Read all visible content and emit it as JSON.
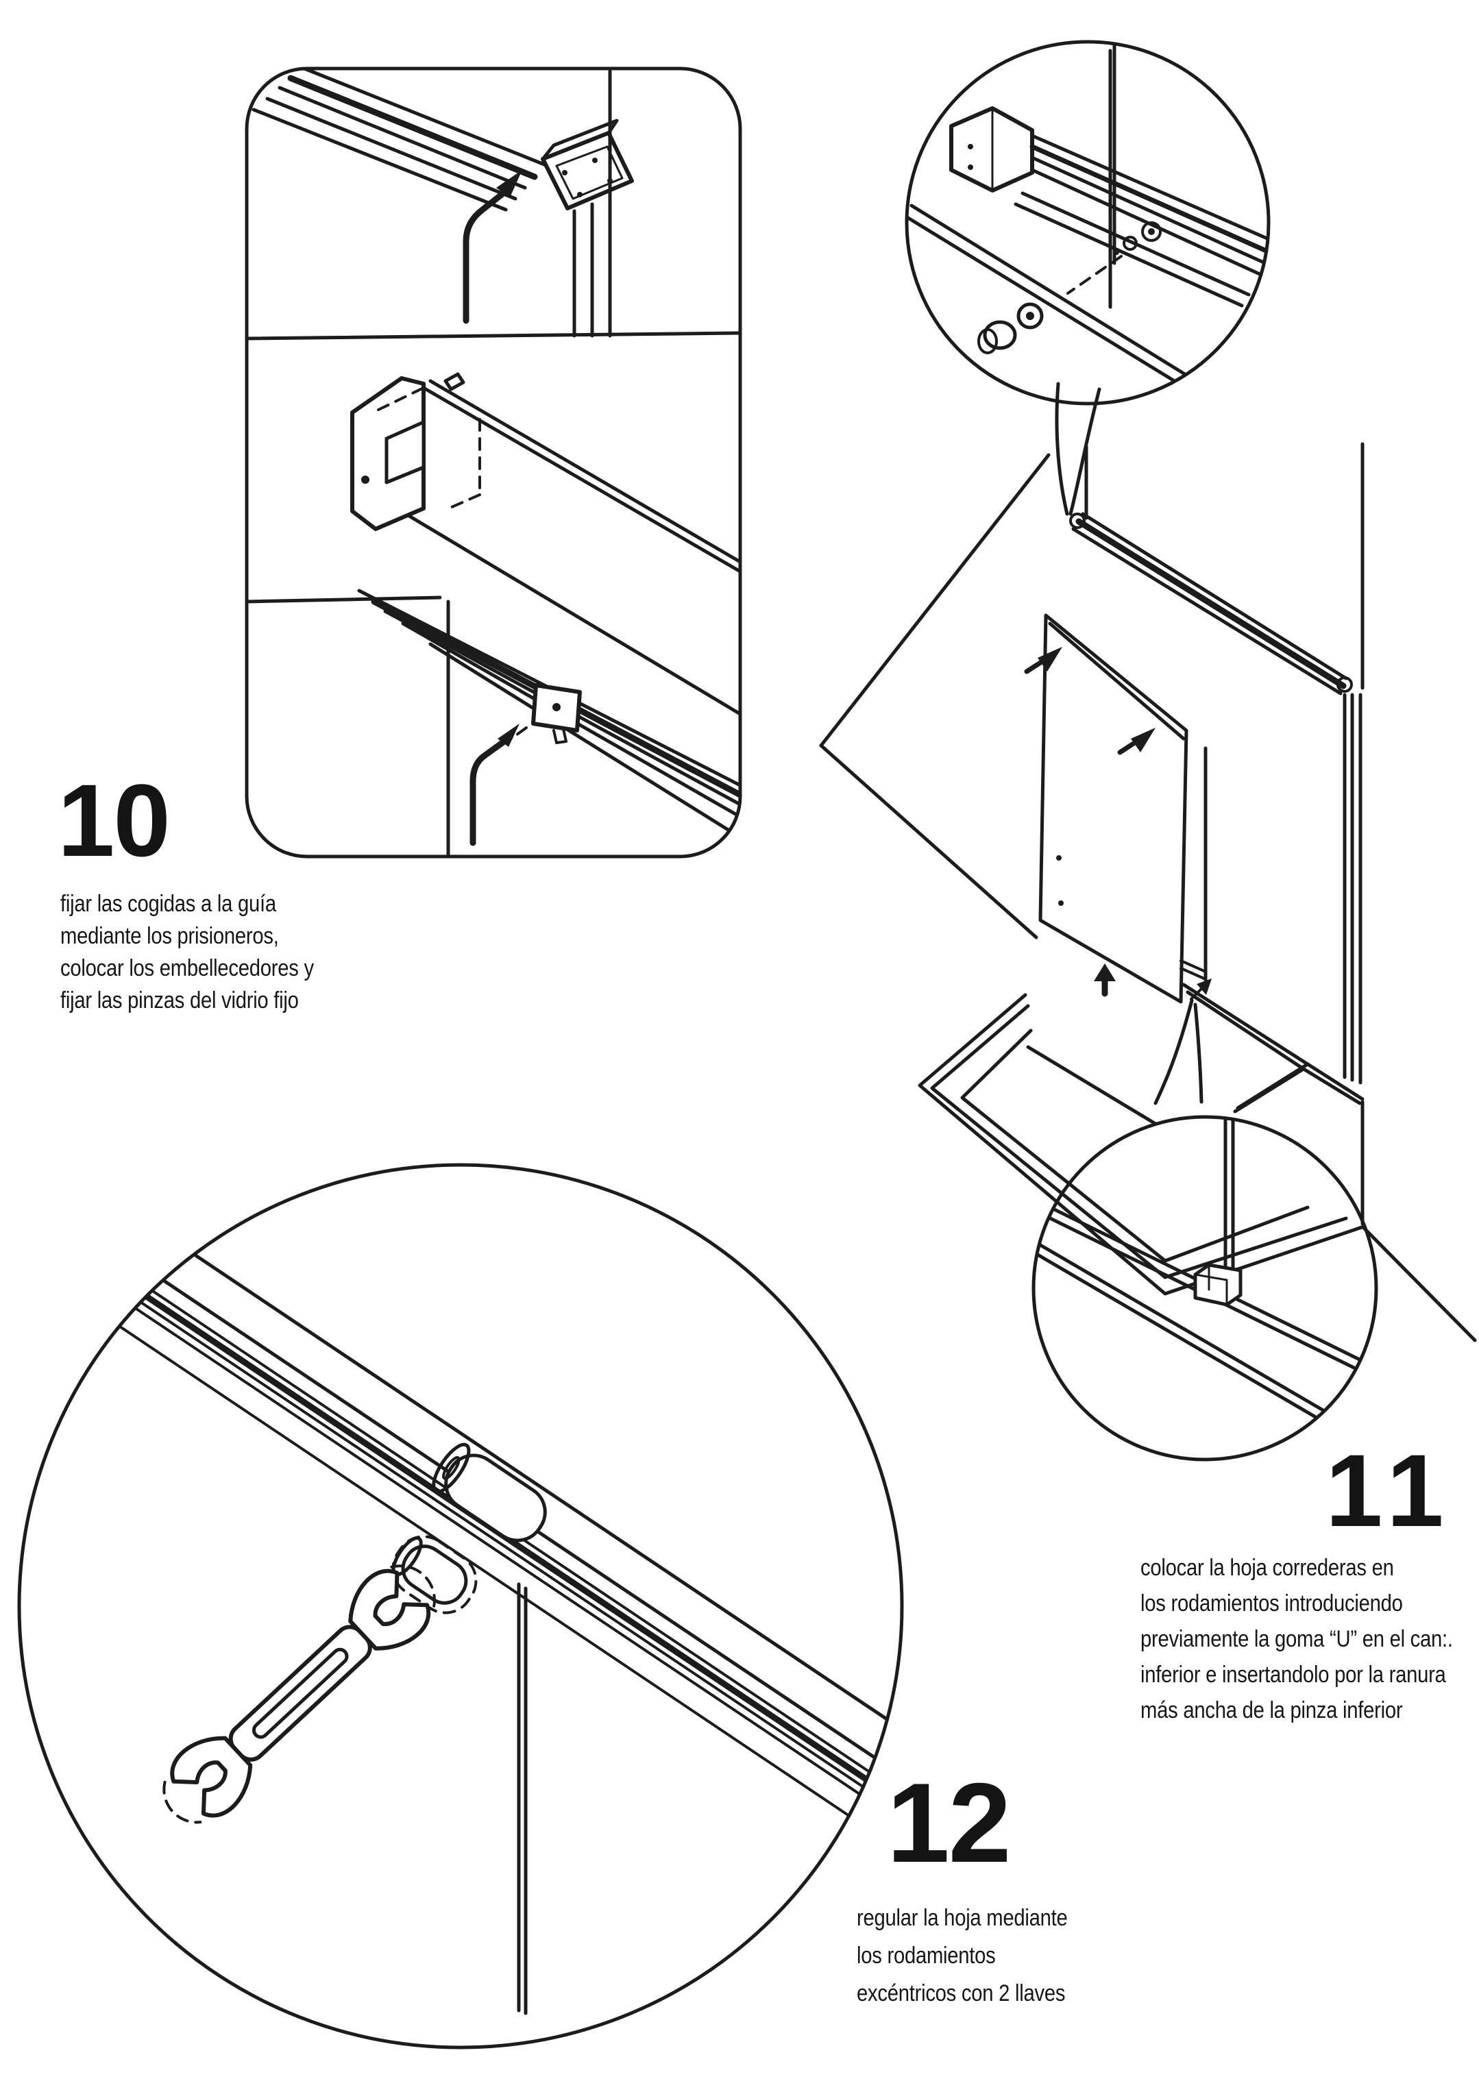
{
  "page": {
    "background": "#ffffff",
    "ink": "#1c1c1c"
  },
  "steps": [
    {
      "number": "10",
      "caption_lines": [
        "fijar las cogidas a la guía",
        "mediante los prisioneros,",
        "colocar los embellecedores y",
        "fijar las pinzas del vidrio fijo"
      ]
    },
    {
      "number": "11",
      "caption_lines": [
        "colocar la hoja correderas en",
        "los rodamientos introduciendo",
        "previamente la goma “U” en el can:.",
        "inferior e insertandolo por la ranura",
        "más ancha de la pinza inferior"
      ]
    },
    {
      "number": "12",
      "caption_lines": [
        "regular la hoja mediante",
        "los rodamientos",
        "excéntricos con 2 llaves"
      ]
    }
  ]
}
